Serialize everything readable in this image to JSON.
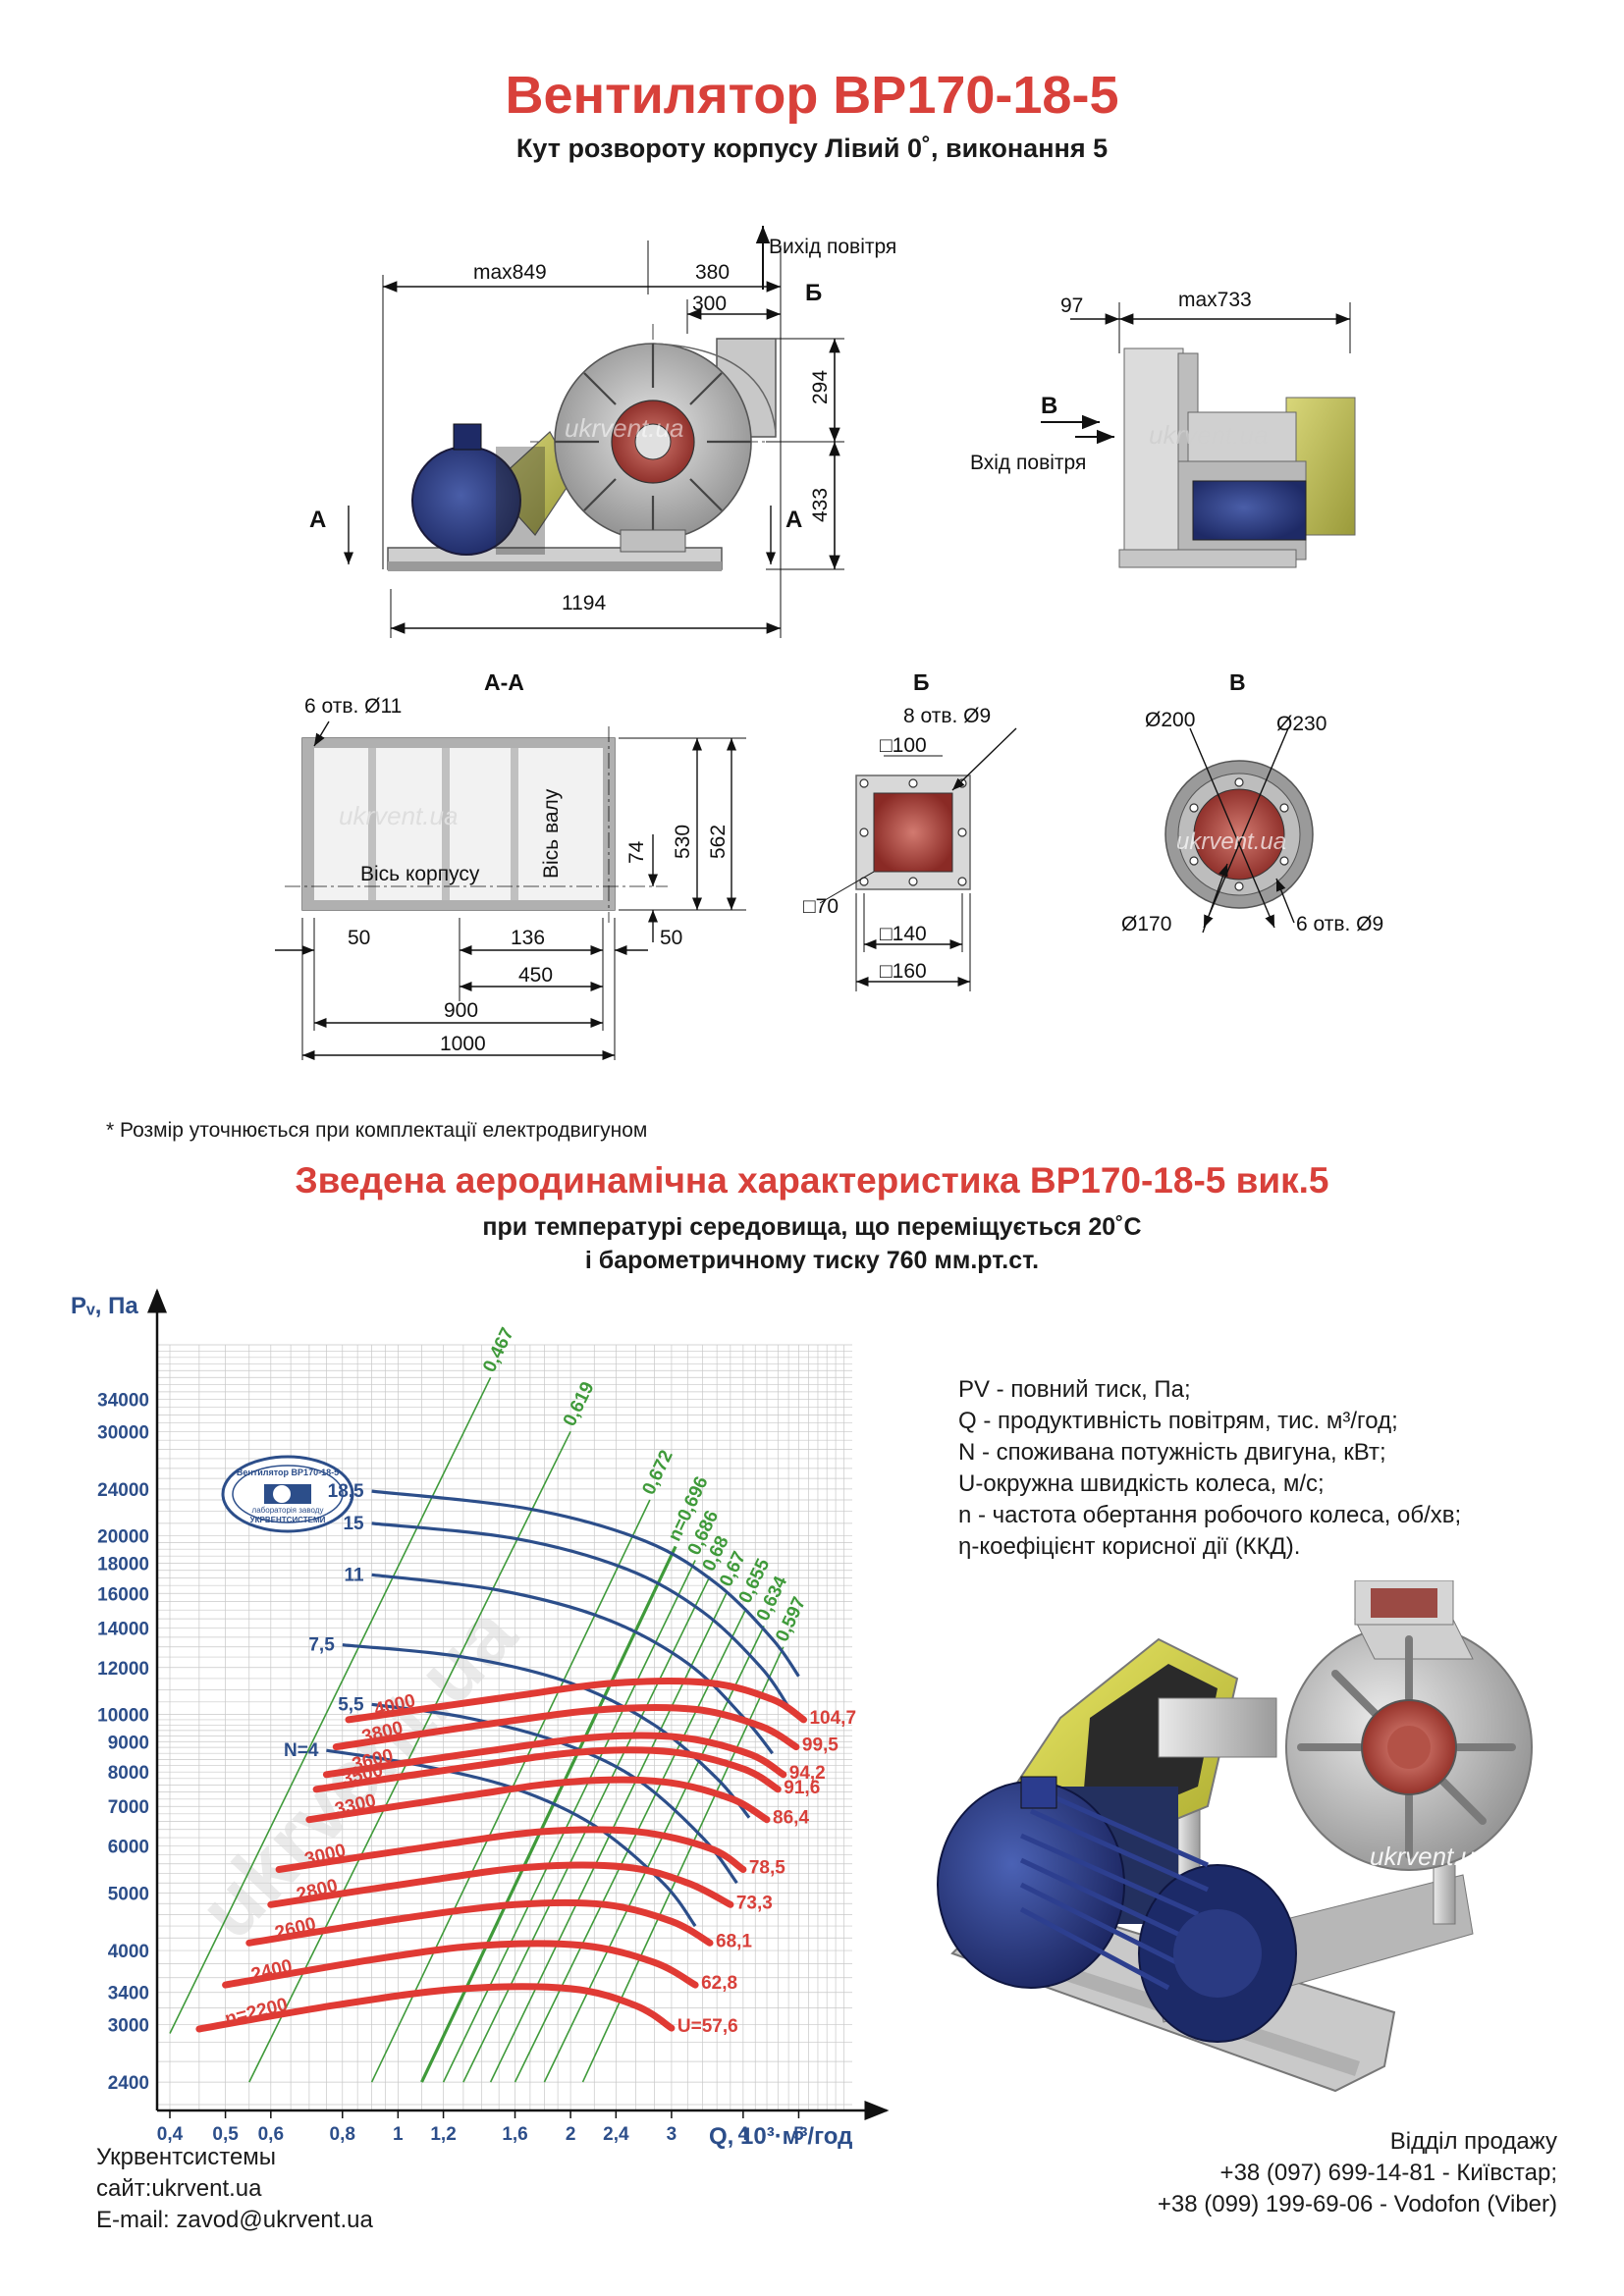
{
  "header": {
    "title": "Вентилятор ВР170-18-5",
    "subtitle": "Кут розвороту корпусу Лівий 0˚, виконання 5"
  },
  "drawings": {
    "main": {
      "air_outlet": "Вихід повітря",
      "air_inlet": "Вхід повітря",
      "dims": [
        "max849",
        "380",
        "300",
        "294",
        "433",
        "1194",
        "97",
        "max733"
      ],
      "section_marks": [
        "А",
        "А",
        "Б",
        "В"
      ]
    },
    "aa": {
      "label": "А-А",
      "holes": "6 отв. Ø11",
      "axis_body": "Вісь корпусу",
      "axis_shaft": "Вісь валу",
      "dims": [
        "74",
        "530",
        "562",
        "50",
        "136",
        "50",
        "450",
        "900",
        "1000"
      ]
    },
    "b": {
      "label": "Б",
      "holes": "8 отв. Ø9",
      "dims": [
        "□100",
        "□70",
        "□140",
        "□160"
      ]
    },
    "v": {
      "label": "В",
      "dims": [
        "Ø200",
        "Ø230",
        "Ø170"
      ],
      "holes": "6 отв. Ø9"
    },
    "watermark": "ukrvent.ua"
  },
  "note": "* Розмір уточнюється при комплектації електродвигуном",
  "chart_section": {
    "title": "Зведена аеродинамічна характеристика ВР170-18-5 вик.5",
    "condition1": "при температурі середовища, що переміщується 20˚С",
    "condition2": "і барометричному тиску 760 мм.рт.ст."
  },
  "legend": [
    "PV - повний тиск, Па;",
    "Q - продуктивність повітрям, тис. м³/год;",
    "N - споживана потужність двигуна, кВт;",
    "U-окружна швидкість колеса, м/с;",
    "n - частота обертання робочого колеса, об/хв;",
    "η-коефіцієнт корисної дії (ККД)."
  ],
  "stamp": {
    "top": "Вентилятор ВР170-18-5",
    "bottom1": "лабораторія заводу",
    "bottom2": "УКРВЕНТСИСТЕМИ"
  },
  "contacts": {
    "company": "Укрвентсистемы",
    "site": "сайт:ukrvent.ua",
    "email": "E-mail: zavod@ukrvent.ua",
    "sales": "Відділ продажу",
    "phone1": "+38 (097) 699-14-81 - Київстар;",
    "phone2": "+38 (099) 199-69-06 - Vodofon (Viber)"
  },
  "colors": {
    "red": "#d8403a",
    "blue": "#2c4e8a",
    "green": "#3f9a3a",
    "grid": "#c8c8c8"
  },
  "chart_data": {
    "type": "line",
    "ylabel": "Pᵥ, Па",
    "xlabel": "Q, 10³·м³/год",
    "xscale": "log",
    "yscale": "log",
    "xlim": [
      0.38,
      6.2
    ],
    "ylim": [
      2150,
      42000
    ],
    "xticks": [
      0.4,
      0.5,
      0.6,
      0.8,
      1,
      1.2,
      1.6,
      2,
      2.4,
      3,
      4,
      5
    ],
    "xtick_labels": [
      "0,4",
      "0,5",
      "0,6",
      "0,8",
      "1",
      "1,2",
      "1,6",
      "2",
      "2,4",
      "3",
      "4",
      "5"
    ],
    "yticks": [
      2400,
      3000,
      3400,
      4000,
      5000,
      6000,
      7000,
      8000,
      9000,
      10000,
      12000,
      14000,
      16000,
      18000,
      20000,
      24000,
      30000,
      34000
    ],
    "ytick_labels": [
      "2400",
      "3000",
      "3400",
      "4000",
      "5000",
      "6000",
      "7000",
      "8000",
      "9000",
      "10000",
      "12000",
      "14000",
      "16000",
      "18000",
      "20000",
      "24000",
      "30000",
      "34000"
    ],
    "grid": true,
    "speed_curves": [
      {
        "n": "n=2200",
        "u": "U=57,6",
        "points": [
          [
            0.45,
            2950
          ],
          [
            0.8,
            3250
          ],
          [
            1.3,
            3450
          ],
          [
            2,
            3450
          ],
          [
            2.6,
            3230
          ],
          [
            3.0,
            2960
          ]
        ]
      },
      {
        "n": "2400",
        "u": "62,8",
        "points": [
          [
            0.5,
            3500
          ],
          [
            0.9,
            3860
          ],
          [
            1.4,
            4080
          ],
          [
            2.1,
            4080
          ],
          [
            2.8,
            3820
          ],
          [
            3.3,
            3500
          ]
        ]
      },
      {
        "n": "2600",
        "u": "68,1",
        "points": [
          [
            0.55,
            4120
          ],
          [
            1.0,
            4520
          ],
          [
            1.6,
            4780
          ],
          [
            2.3,
            4780
          ],
          [
            3.0,
            4480
          ],
          [
            3.5,
            4120
          ]
        ]
      },
      {
        "n": "2800",
        "u": "73,3",
        "points": [
          [
            0.6,
            4780
          ],
          [
            1.1,
            5230
          ],
          [
            1.7,
            5530
          ],
          [
            2.5,
            5530
          ],
          [
            3.2,
            5200
          ],
          [
            3.8,
            4780
          ]
        ]
      },
      {
        "n": "3000",
        "u": "78,5",
        "points": [
          [
            0.62,
            5480
          ],
          [
            1.15,
            6000
          ],
          [
            1.8,
            6350
          ],
          [
            2.6,
            6350
          ],
          [
            3.5,
            5950
          ],
          [
            4.0,
            5480
          ]
        ]
      },
      {
        "n": "3300",
        "u": "86,4",
        "points": [
          [
            0.7,
            6650
          ],
          [
            1.3,
            7280
          ],
          [
            2.0,
            7700
          ],
          [
            2.9,
            7700
          ],
          [
            3.8,
            7220
          ],
          [
            4.4,
            6650
          ]
        ]
      },
      {
        "n": "3500",
        "u": "91,6",
        "points": [
          [
            0.72,
            7480
          ],
          [
            1.35,
            8180
          ],
          [
            2.1,
            8650
          ],
          [
            3.0,
            8650
          ],
          [
            4.0,
            8100
          ],
          [
            4.6,
            7480
          ]
        ]
      },
      {
        "n": "3600",
        "u": "94,2",
        "points": [
          [
            0.75,
            7920
          ],
          [
            1.4,
            8650
          ],
          [
            2.2,
            9150
          ],
          [
            3.1,
            9150
          ],
          [
            4.1,
            8580
          ],
          [
            4.7,
            7920
          ]
        ]
      },
      {
        "n": "3800",
        "u": "99,5",
        "points": [
          [
            0.78,
            8820
          ],
          [
            1.45,
            9650
          ],
          [
            2.3,
            10200
          ],
          [
            3.3,
            10200
          ],
          [
            4.3,
            9550
          ],
          [
            4.95,
            8820
          ]
        ]
      },
      {
        "n": "4000",
        "u": "104,7",
        "points": [
          [
            0.82,
            9800
          ],
          [
            1.55,
            10700
          ],
          [
            2.4,
            11300
          ],
          [
            3.5,
            11300
          ],
          [
            4.5,
            10600
          ],
          [
            5.1,
            9800
          ]
        ]
      }
    ],
    "power_curves": [
      {
        "label": "N=4",
        "points": [
          [
            0.75,
            8700
          ],
          [
            1.1,
            8200
          ],
          [
            1.6,
            7500
          ],
          [
            2.2,
            6500
          ],
          [
            2.9,
            5200
          ],
          [
            3.3,
            4400
          ]
        ]
      },
      {
        "label": "5,5",
        "points": [
          [
            0.9,
            10400
          ],
          [
            1.3,
            9900
          ],
          [
            1.9,
            9000
          ],
          [
            2.6,
            7800
          ],
          [
            3.4,
            6200
          ],
          [
            3.9,
            5200
          ]
        ]
      },
      {
        "label": "7,5",
        "points": [
          [
            0.8,
            13100
          ],
          [
            1.3,
            12500
          ],
          [
            2.0,
            11300
          ],
          [
            2.8,
            9600
          ],
          [
            3.6,
            7800
          ],
          [
            4.1,
            6700
          ]
        ]
      },
      {
        "label": "11",
        "points": [
          [
            0.9,
            17200
          ],
          [
            1.5,
            16200
          ],
          [
            2.3,
            14500
          ],
          [
            3.2,
            12200
          ],
          [
            4.0,
            9900
          ],
          [
            4.5,
            8600
          ]
        ]
      },
      {
        "label": "15",
        "points": [
          [
            0.9,
            21000
          ],
          [
            1.6,
            19800
          ],
          [
            2.5,
            17600
          ],
          [
            3.4,
            14900
          ],
          [
            4.3,
            12000
          ],
          [
            4.8,
            10300
          ]
        ]
      },
      {
        "label": "18,5",
        "points": [
          [
            0.9,
            23800
          ],
          [
            1.7,
            22200
          ],
          [
            2.7,
            19600
          ],
          [
            3.6,
            16600
          ],
          [
            4.5,
            13400
          ],
          [
            5.0,
            11600
          ]
        ]
      }
    ],
    "efficiency_lines": [
      {
        "label": "0,467",
        "points": [
          [
            0.4,
            2900
          ],
          [
            1.45,
            37000
          ]
        ]
      },
      {
        "label": "0,619",
        "points": [
          [
            0.55,
            2400
          ],
          [
            2.0,
            30000
          ]
        ]
      },
      {
        "label": "0,672",
        "points": [
          [
            0.9,
            2400
          ],
          [
            2.75,
            23000
          ]
        ]
      },
      {
        "label": "n=0,696",
        "points": [
          [
            1.1,
            2400
          ],
          [
            3.05,
            19200
          ]
        ]
      },
      {
        "label": "0,686",
        "points": [
          [
            1.2,
            2400
          ],
          [
            3.3,
            18200
          ]
        ]
      },
      {
        "label": "0,68",
        "points": [
          [
            1.3,
            2400
          ],
          [
            3.5,
            17100
          ]
        ]
      },
      {
        "label": "0,67",
        "points": [
          [
            1.45,
            2400
          ],
          [
            3.75,
            16100
          ]
        ]
      },
      {
        "label": "0,655",
        "points": [
          [
            1.6,
            2400
          ],
          [
            4.05,
            15100
          ]
        ]
      },
      {
        "label": "0,634",
        "points": [
          [
            1.8,
            2400
          ],
          [
            4.35,
            14100
          ]
        ]
      },
      {
        "label": "0,597",
        "points": [
          [
            2.1,
            2400
          ],
          [
            4.7,
            13000
          ]
        ]
      }
    ]
  }
}
